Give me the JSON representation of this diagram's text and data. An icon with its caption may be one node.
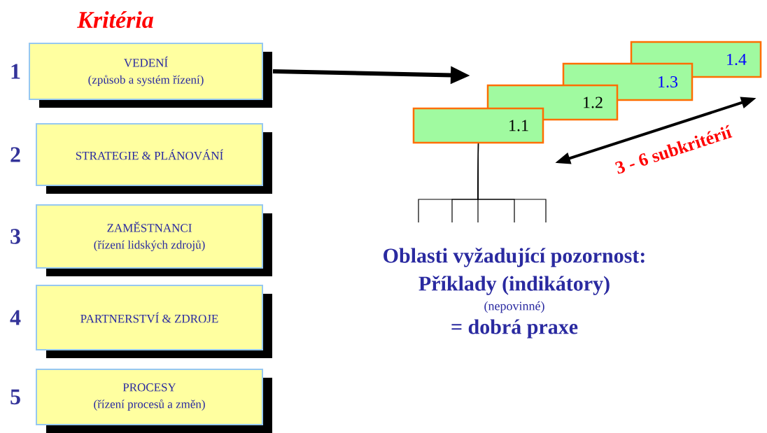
{
  "diagram": {
    "title": "Kritéria",
    "nodes": [
      {
        "text": [
          "VEDENÍ",
          "(způsob a systém řízení)"
        ],
        "beside": [
          "1"
        ]
      },
      {
        "text": [
          "STRATEGIE & PLÁNOVÁNÍ"
        ],
        "beside": [
          "2"
        ]
      },
      {
        "text": [
          "ZAMĚSTNANCI",
          "(řízení lidských zdrojů)"
        ],
        "beside": [
          "3"
        ]
      },
      {
        "text": [
          "PARTNERSTVÍ & ZDROJE"
        ],
        "beside": [
          "4"
        ]
      },
      {
        "text": [
          "PROCESY",
          "(řízení procesů a změn)"
        ],
        "beside": [
          "5"
        ]
      },
      {
        "text": [
          "1.1"
        ]
      },
      {
        "text": [
          "1.2"
        ]
      },
      {
        "text": [
          "1.3"
        ]
      },
      {
        "text": [
          "1.4"
        ]
      }
    ],
    "edges": [
      {
        "from": 0,
        "to": null,
        "arrow": "to",
        "style": "thick"
      },
      {
        "from": 5,
        "to": null,
        "arrow": "none"
      },
      {
        "from": 5,
        "to": null,
        "arrow": "none"
      },
      {
        "from": 5,
        "to": null,
        "arrow": "none"
      },
      {
        "from": 5,
        "to": null,
        "arrow": "none"
      },
      {
        "from": 5,
        "to": null,
        "arrow": "none"
      }
    ],
    "labels": [
      "3 - 6 subkritérií",
      "Oblasti vyžadující pozornost:",
      "Příklady (indikátory)",
      "(nepovinné)",
      "= dobrá praxe"
    ]
  }
}
